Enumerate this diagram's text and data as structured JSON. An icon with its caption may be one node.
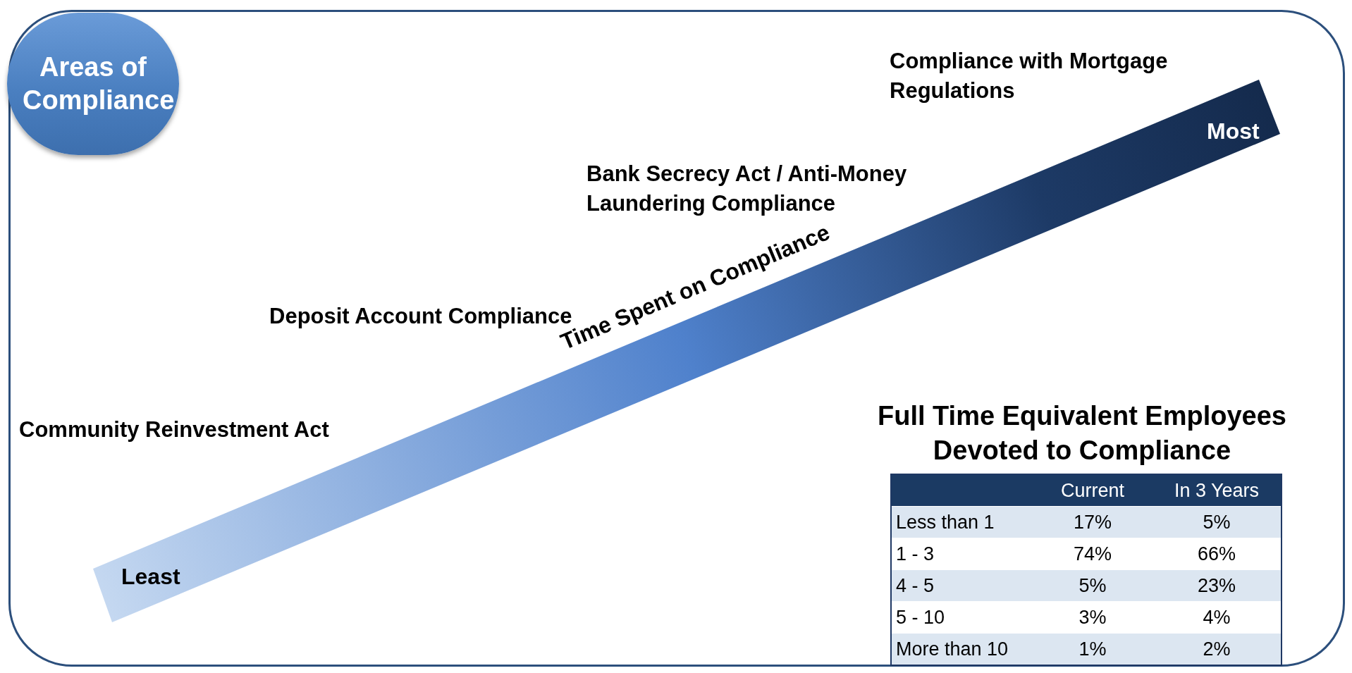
{
  "diagram": {
    "nodes": [
      {
        "text": [
          "Areas of Compliance"
        ]
      },
      {
        "text": [
          "Least",
          "Time Spent on Compliance",
          "Most"
        ]
      }
    ],
    "labels": [
      "Compliance with Mortgage Regulations",
      "Bank Secrecy Act / Anti-Money Laundering Compliance",
      "Deposit Account Compliance",
      "Community Reinvestment Act",
      "Full Time Equivalent Employees Devoted to Compliance",
      "Current",
      "In 3 Years",
      "Less than 1",
      "17%",
      "5%",
      "1 - 3",
      "74%",
      "66%",
      "4 - 5",
      "5%",
      "23%",
      "5 - 10",
      "3%",
      "4%",
      "More than 10",
      "1%",
      "2%"
    ]
  }
}
